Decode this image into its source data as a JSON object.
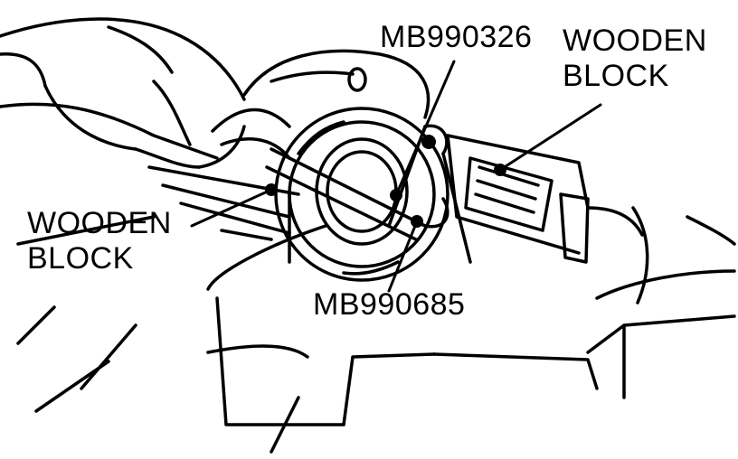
{
  "labels": {
    "tool_top": "MB990326",
    "tool_bottom": "MB990685",
    "block_right": {
      "line1": "WOODEN",
      "line2": "BLOCK"
    },
    "block_left": {
      "line1": "WOODEN",
      "line2": "BLOCK"
    }
  },
  "colors": {
    "ink": "#000000",
    "paper": "#ffffff"
  }
}
